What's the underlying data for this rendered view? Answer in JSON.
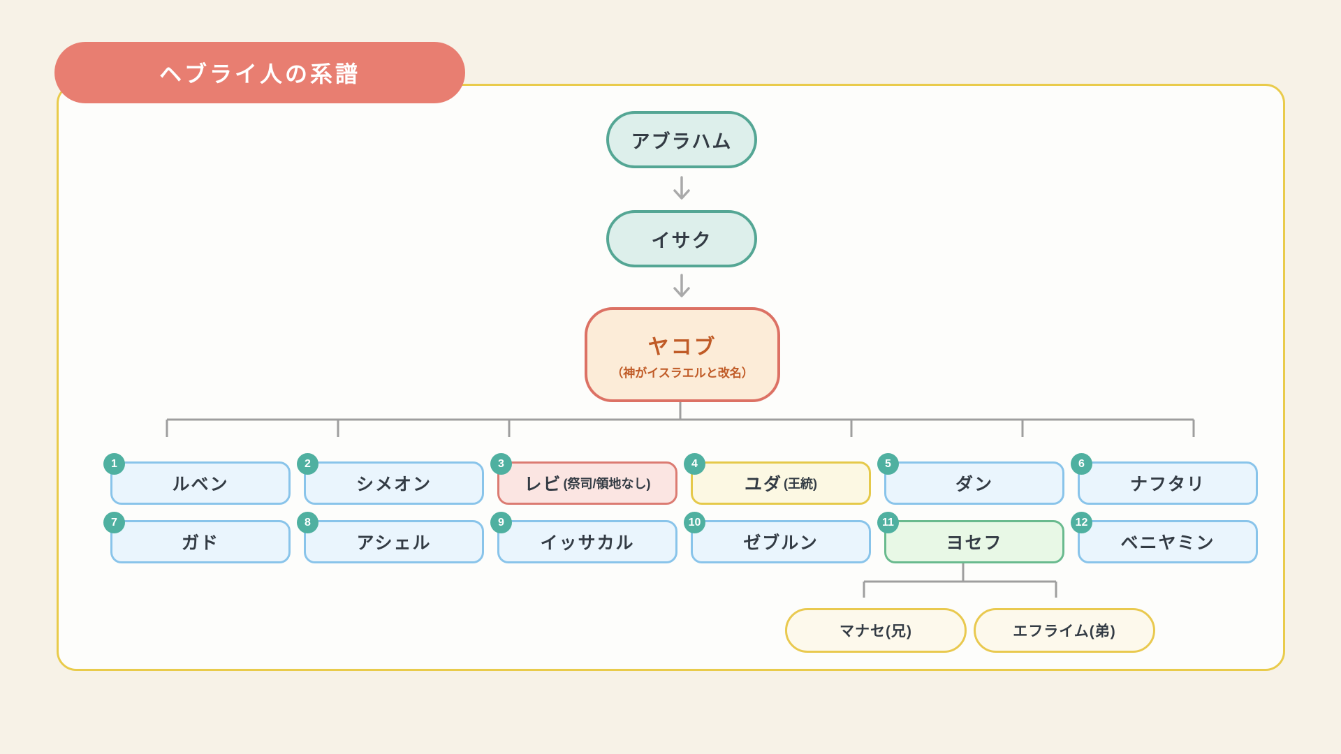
{
  "title": "ヘブライ人の系譜",
  "ancestors": [
    {
      "name": "アブラハム"
    },
    {
      "name": "イサク"
    },
    {
      "name": "ヤコブ",
      "note": "（神がイスラエルと改名）"
    }
  ],
  "sons": [
    {
      "num": "1",
      "name": "ルベン"
    },
    {
      "num": "2",
      "name": "シメオン"
    },
    {
      "num": "3",
      "name": "レビ",
      "annotation": "(祭司/領地なし)"
    },
    {
      "num": "4",
      "name": "ユダ",
      "annotation": "(王統)"
    },
    {
      "num": "5",
      "name": "ダン"
    },
    {
      "num": "6",
      "name": "ナフタリ"
    },
    {
      "num": "7",
      "name": "ガド"
    },
    {
      "num": "8",
      "name": "アシェル"
    },
    {
      "num": "9",
      "name": "イッサカル"
    },
    {
      "num": "10",
      "name": "ゼブルン"
    },
    {
      "num": "11",
      "name": "ヨセフ"
    },
    {
      "num": "12",
      "name": "ベニヤミン"
    }
  ],
  "joseph_children": [
    {
      "name": "マナセ(兄)"
    },
    {
      "name": "エフライム(弟)"
    }
  ],
  "colors": {
    "background": "#f7f2e7",
    "title_badge": "#e87e71",
    "panel_border": "#e9cb4b",
    "ancestor_border": "#54a694",
    "ancestor_fill": "#ddefeb",
    "jacob_border": "#dc7164",
    "jacob_fill": "#fcecd8",
    "jacob_text": "#c05b27",
    "son_blue_border": "#89c4ea",
    "son_blue_fill": "#eaf5fd",
    "levi_border": "#db7b72",
    "levi_fill": "#fbe5e2",
    "judah_border": "#e5c94a",
    "judah_fill": "#fcf8e3",
    "joseph_border": "#69ba8e",
    "joseph_fill": "#e8f8e6",
    "number_badge": "#4fb0a0",
    "child_border": "#e9c94f",
    "child_fill": "#fdf9ec",
    "connector": "#9e9e9e"
  }
}
